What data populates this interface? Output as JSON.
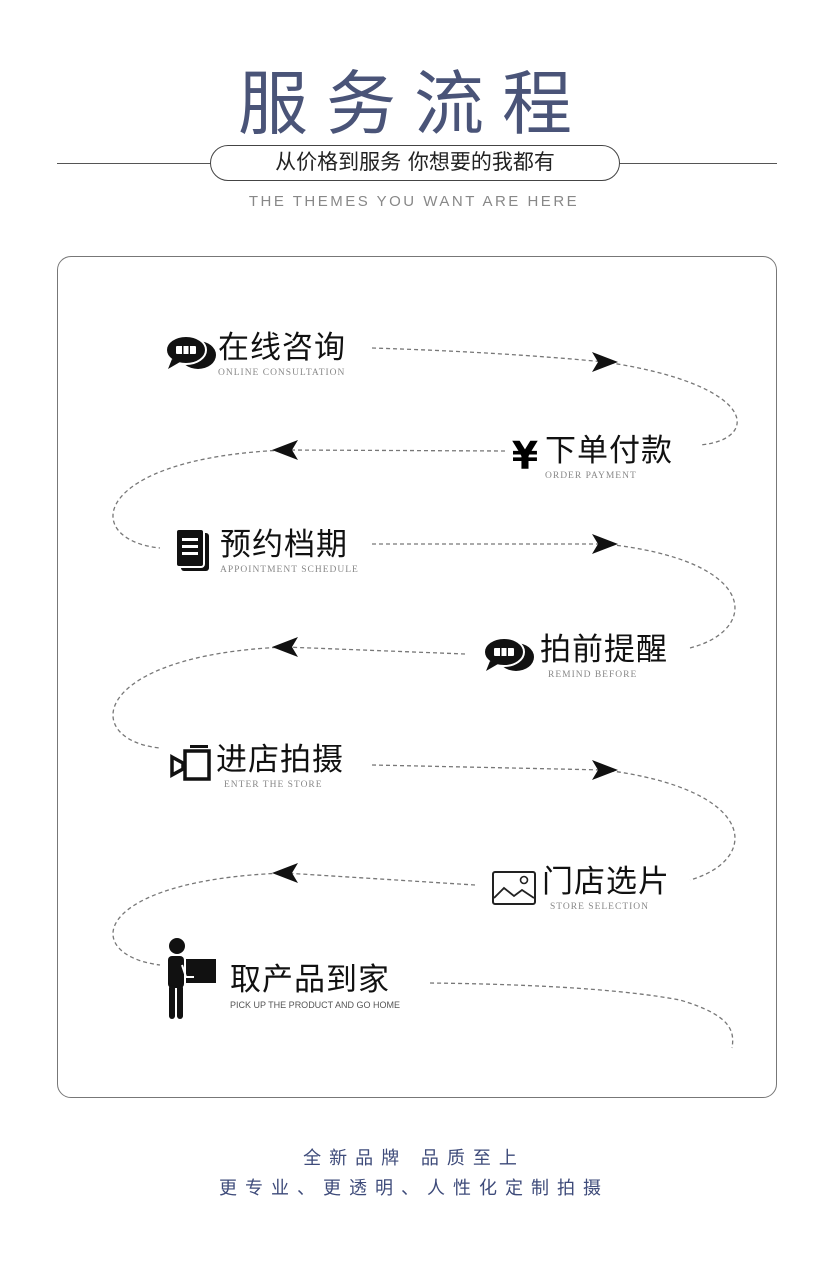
{
  "header": {
    "title": "服务流程",
    "tagline": "从价格到服务 你想要的我都有",
    "subtitle": "THE THEMES YOU WANT ARE HERE"
  },
  "steps": [
    {
      "cn": "在线咨询",
      "en": "ONLINE CONSULTATION",
      "icon": "chat-bubble-icon"
    },
    {
      "cn": "下单付款",
      "en": "ORDER PAYMENT",
      "icon": "yen-icon"
    },
    {
      "cn": "预约档期",
      "en": "APPOINTMENT SCHEDULE",
      "icon": "document-icon"
    },
    {
      "cn": "拍前提醒",
      "en": "REMIND BEFORE",
      "icon": "chat-bubble-icon"
    },
    {
      "cn": "进店拍摄",
      "en": "ENTER THE STORE",
      "icon": "video-camera-icon"
    },
    {
      "cn": "门店选片",
      "en": "STORE SELECTION",
      "icon": "image-icon"
    },
    {
      "cn": "取产品到家",
      "en": "PICK UP THE PRODUCT AND GO HOME",
      "icon": "delivery-person-icon"
    }
  ],
  "footer": {
    "line1": "全新品牌  品质至上",
    "line2": "更专业、更透明、人性化定制拍摄"
  },
  "colors": {
    "title": "#4a5478",
    "footer": "#3e4b7a"
  }
}
